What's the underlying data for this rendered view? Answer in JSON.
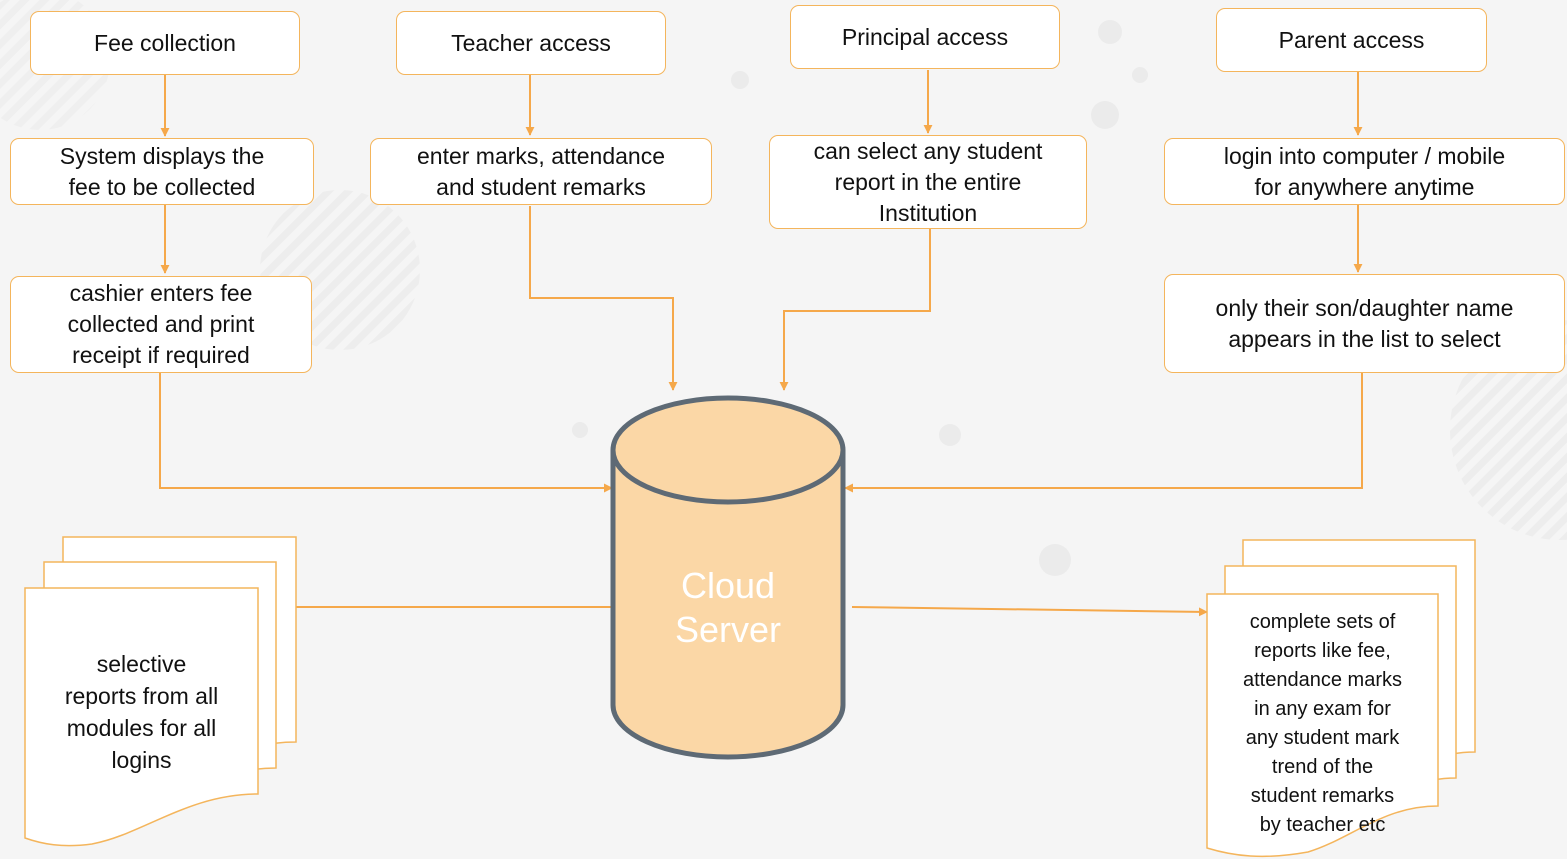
{
  "colors": {
    "accent": "#f4b55c",
    "arrow": "#f5a84a",
    "cylinder_fill": "#fbd7a6",
    "cylinder_stroke": "#5e6a75",
    "cylinder_text": "#ffffff"
  },
  "nodes": {
    "fee_collection": "Fee collection",
    "teacher_access": "Teacher access",
    "principal_access": "Principal access",
    "parent_access": "Parent access",
    "system_displays": [
      "System displays the",
      "fee to be collected"
    ],
    "cashier_enters": [
      "cashier enters fee",
      "collected and print",
      "receipt if required"
    ],
    "enter_marks": [
      "enter marks, attendance",
      "and student remarks"
    ],
    "select_student": [
      "can select any student",
      "report in the entire",
      "Institution"
    ],
    "login_computer": [
      "login into computer / mobile",
      "for anywhere anytime"
    ],
    "son_daughter": [
      "only their son/daughter name",
      "appears in the list to select"
    ]
  },
  "cloud_server": [
    "Cloud",
    "Server"
  ],
  "documents": {
    "left": [
      "selective",
      "reports from all",
      "modules for all",
      "logins"
    ],
    "right": [
      "complete sets of",
      "reports like fee,",
      "attendance marks",
      "in any exam for",
      "any student mark",
      "trend of the",
      "student remarks",
      "by teacher etc"
    ]
  }
}
